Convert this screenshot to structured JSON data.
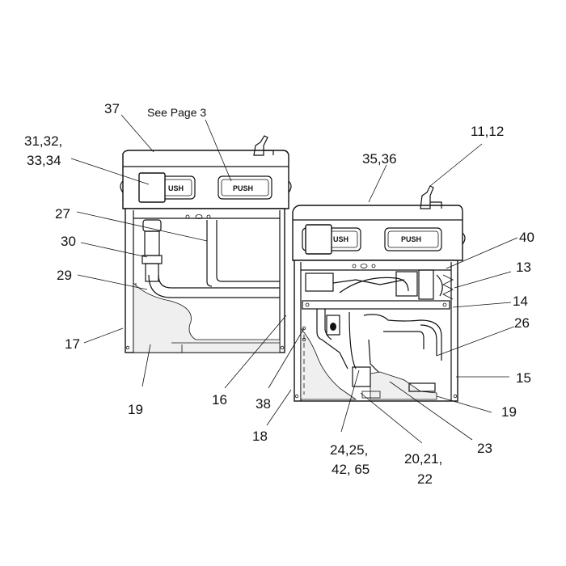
{
  "diagram": {
    "note_see_page": "See Page 3",
    "button_label": "PUSH",
    "callouts": [
      {
        "id": "c37",
        "text": "37"
      },
      {
        "id": "c3132",
        "text": "31,32,"
      },
      {
        "id": "c3334",
        "text": "33,34"
      },
      {
        "id": "c27",
        "text": "27"
      },
      {
        "id": "c30",
        "text": "30"
      },
      {
        "id": "c29",
        "text": "29"
      },
      {
        "id": "c17",
        "text": "17"
      },
      {
        "id": "c19a",
        "text": "19"
      },
      {
        "id": "c16",
        "text": "16"
      },
      {
        "id": "c38",
        "text": "38"
      },
      {
        "id": "c18",
        "text": "18"
      },
      {
        "id": "c2425",
        "text": "24,25,"
      },
      {
        "id": "c4265",
        "text": "42,  65"
      },
      {
        "id": "c202122",
        "text": "20,21,"
      },
      {
        "id": "c22",
        "text": "22"
      },
      {
        "id": "c23",
        "text": "23"
      },
      {
        "id": "c19b",
        "text": "19"
      },
      {
        "id": "c15",
        "text": "15"
      },
      {
        "id": "c26",
        "text": "26"
      },
      {
        "id": "c14",
        "text": "14"
      },
      {
        "id": "c13",
        "text": "13"
      },
      {
        "id": "c40",
        "text": "40"
      },
      {
        "id": "c3536",
        "text": "35,36"
      },
      {
        "id": "c1112",
        "text": "11,12"
      }
    ]
  }
}
